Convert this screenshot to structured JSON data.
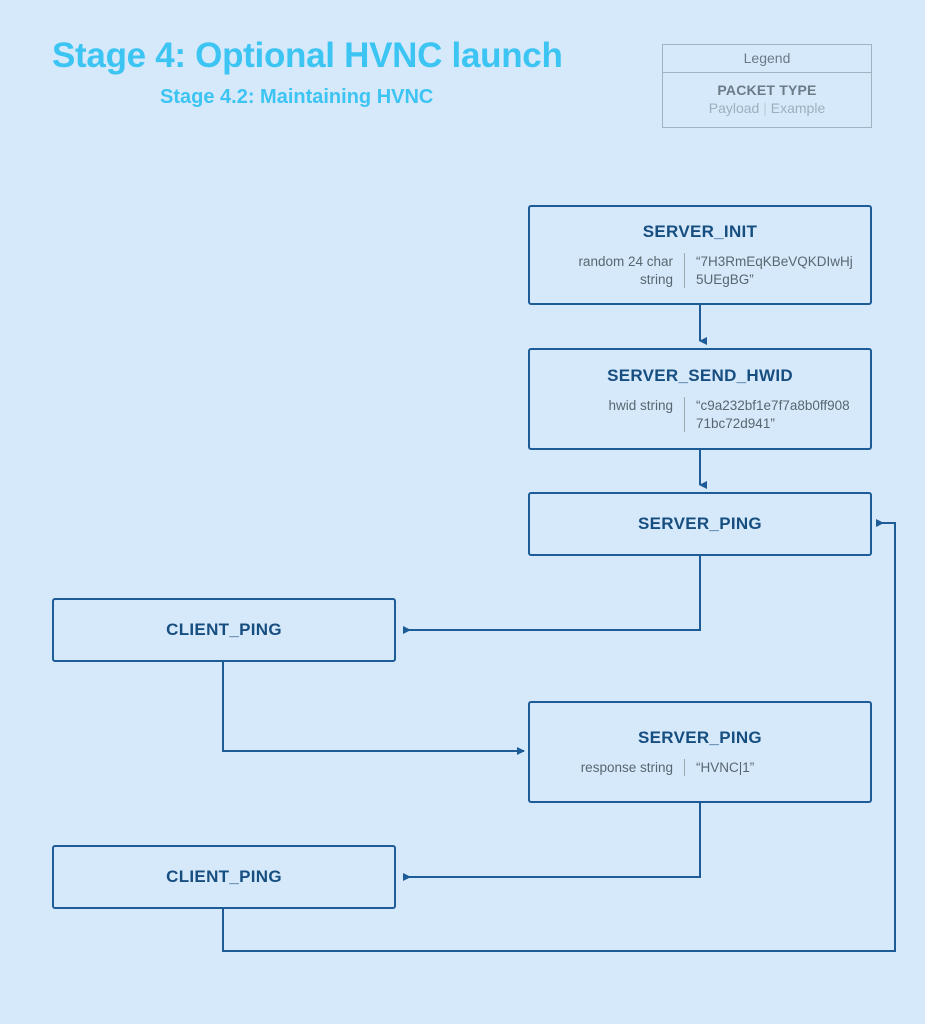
{
  "header": {
    "title": "Stage 4: Optional HVNC launch",
    "subtitle": "Stage 4.2: Maintaining HVNC",
    "title_color": "#3cc4f2"
  },
  "legend": {
    "header_label": "Legend",
    "packet_type_label": "PACKET TYPE",
    "payload_label": "Payload",
    "separator": "|",
    "example_label": "Example",
    "border_color": "#9fb3c2",
    "text_color": "#6b7b88"
  },
  "diagram": {
    "type": "flowchart",
    "background_color": "#d6e9fb",
    "node_border_color": "#1d5c96",
    "node_title_color": "#174e80",
    "payload_text_color": "#58666f",
    "nodes": [
      {
        "id": "server-init",
        "title": "SERVER_INIT",
        "payload": "random 24 char string",
        "example": "“7H3RmEqKBeVQKDIwHj5UEgBG”"
      },
      {
        "id": "server-send-hwid",
        "title": "SERVER_SEND_HWID",
        "payload": "hwid string",
        "example": "“c9a232bf1e7f7a8b0ff90871bc72d941”"
      },
      {
        "id": "server-ping-1",
        "title": "SERVER_PING",
        "payload": "",
        "example": ""
      },
      {
        "id": "client-ping-1",
        "title": "CLIENT_PING",
        "payload": "",
        "example": ""
      },
      {
        "id": "server-ping-2",
        "title": "SERVER_PING",
        "payload": "response string",
        "example": "“HVNC|1”"
      },
      {
        "id": "client-ping-2",
        "title": "CLIENT_PING",
        "payload": "",
        "example": ""
      }
    ],
    "edges": [
      {
        "from": "server-init",
        "to": "server-send-hwid"
      },
      {
        "from": "server-send-hwid",
        "to": "server-ping-1"
      },
      {
        "from": "server-ping-1",
        "to": "client-ping-1"
      },
      {
        "from": "client-ping-1",
        "to": "server-ping-2"
      },
      {
        "from": "server-ping-2",
        "to": "client-ping-2"
      },
      {
        "from": "client-ping-2",
        "to": "server-ping-1"
      }
    ]
  }
}
